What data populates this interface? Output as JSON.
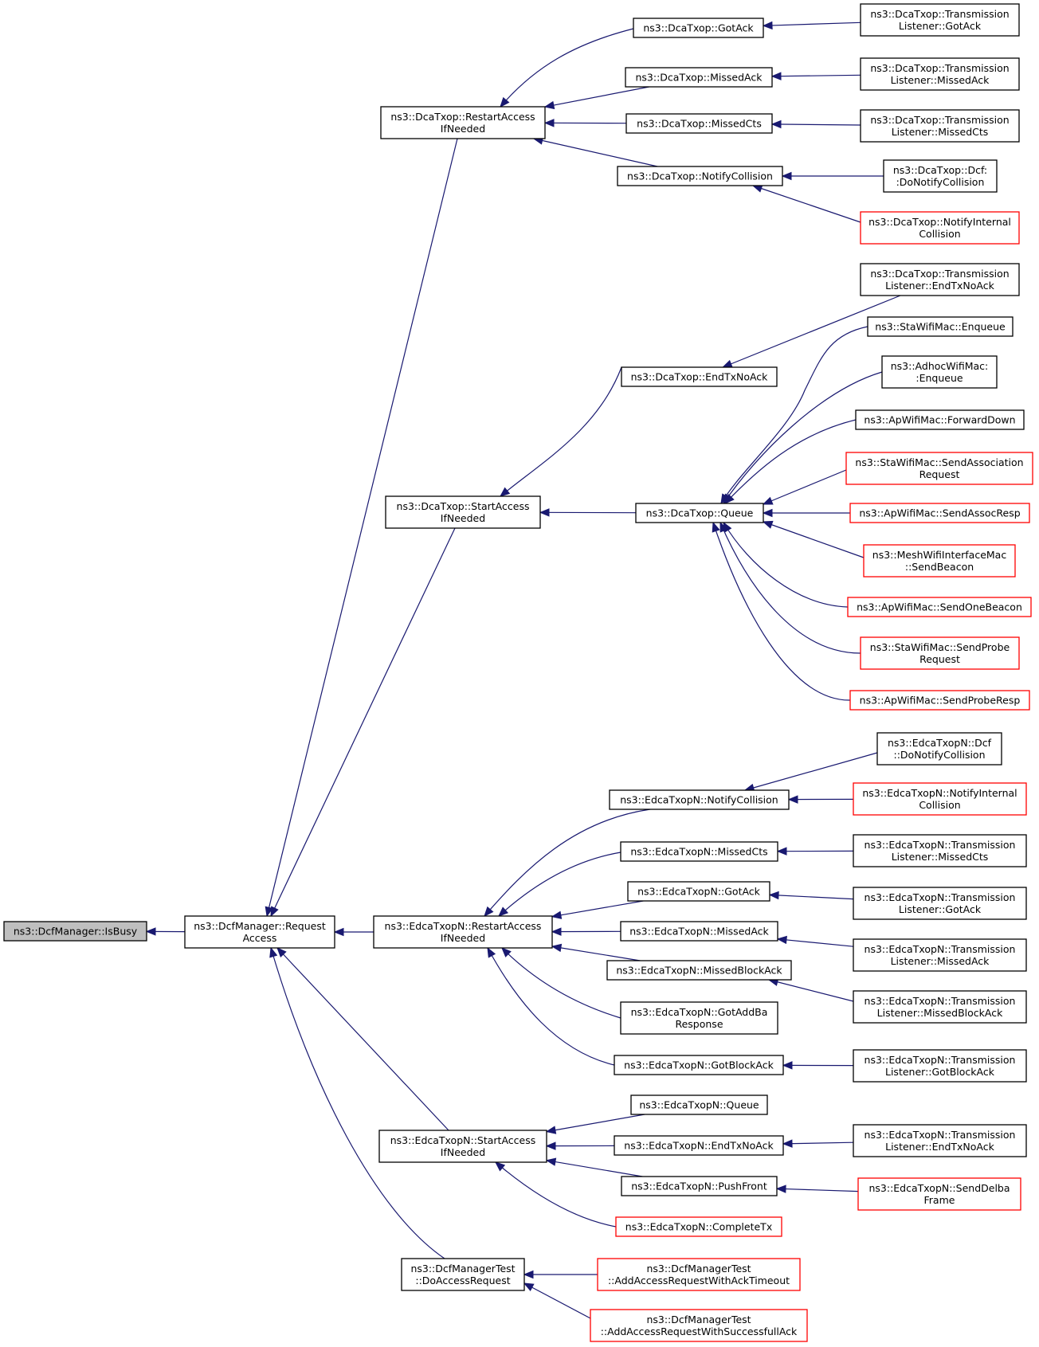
{
  "nodes": [
    {
      "id": "n0",
      "lines": [
        "ns3::DcfManager::IsBusy"
      ],
      "style": "root"
    },
    {
      "id": "n1",
      "lines": [
        "ns3::DcfManager::Request",
        "Access"
      ]
    },
    {
      "id": "n2",
      "lines": [
        "ns3::DcaTxop::RestartAccess",
        "IfNeeded"
      ]
    },
    {
      "id": "n3",
      "lines": [
        "ns3::DcaTxop::StartAccess",
        "IfNeeded"
      ]
    },
    {
      "id": "n4",
      "lines": [
        "ns3::EdcaTxopN::RestartAccess",
        "IfNeeded"
      ]
    },
    {
      "id": "n5",
      "lines": [
        "ns3::EdcaTxopN::StartAccess",
        "IfNeeded"
      ]
    },
    {
      "id": "n6",
      "lines": [
        "ns3::DcfManagerTest",
        "::DoAccessRequest"
      ]
    },
    {
      "id": "n7",
      "lines": [
        "ns3::DcaTxop::GotAck"
      ]
    },
    {
      "id": "n8",
      "lines": [
        "ns3::DcaTxop::MissedAck"
      ]
    },
    {
      "id": "n9",
      "lines": [
        "ns3::DcaTxop::MissedCts"
      ]
    },
    {
      "id": "n10",
      "lines": [
        "ns3::DcaTxop::NotifyCollision"
      ]
    },
    {
      "id": "n11",
      "lines": [
        "ns3::DcaTxop::EndTxNoAck"
      ]
    },
    {
      "id": "n12",
      "lines": [
        "ns3::DcaTxop::Queue"
      ]
    },
    {
      "id": "n13",
      "lines": [
        "ns3::EdcaTxopN::NotifyCollision"
      ]
    },
    {
      "id": "n14",
      "lines": [
        "ns3::EdcaTxopN::MissedCts"
      ]
    },
    {
      "id": "n15",
      "lines": [
        "ns3::EdcaTxopN::GotAck"
      ]
    },
    {
      "id": "n16",
      "lines": [
        "ns3::EdcaTxopN::MissedAck"
      ]
    },
    {
      "id": "n17",
      "lines": [
        "ns3::EdcaTxopN::MissedBlockAck"
      ]
    },
    {
      "id": "n18",
      "lines": [
        "ns3::EdcaTxopN::GotAddBa",
        "Response"
      ]
    },
    {
      "id": "n19",
      "lines": [
        "ns3::EdcaTxopN::GotBlockAck"
      ]
    },
    {
      "id": "n20",
      "lines": [
        "ns3::EdcaTxopN::Queue"
      ]
    },
    {
      "id": "n21",
      "lines": [
        "ns3::EdcaTxopN::EndTxNoAck"
      ]
    },
    {
      "id": "n22",
      "lines": [
        "ns3::EdcaTxopN::PushFront"
      ]
    },
    {
      "id": "n23",
      "lines": [
        "ns3::EdcaTxopN::CompleteTx"
      ],
      "style": "red"
    },
    {
      "id": "n24",
      "lines": [
        "ns3::DcfManagerTest",
        "::AddAccessRequestWithAckTimeout"
      ],
      "style": "red"
    },
    {
      "id": "n25",
      "lines": [
        "ns3::DcfManagerTest",
        "::AddAccessRequestWithSuccessfullAck"
      ],
      "style": "red"
    },
    {
      "id": "n26",
      "lines": [
        "ns3::DcaTxop::Transmission",
        "Listener::GotAck"
      ]
    },
    {
      "id": "n27",
      "lines": [
        "ns3::DcaTxop::Transmission",
        "Listener::MissedAck"
      ]
    },
    {
      "id": "n28",
      "lines": [
        "ns3::DcaTxop::Transmission",
        "Listener::MissedCts"
      ]
    },
    {
      "id": "n29",
      "lines": [
        "ns3::DcaTxop::Dcf:",
        ":DoNotifyCollision"
      ]
    },
    {
      "id": "n30",
      "lines": [
        "ns3::DcaTxop::NotifyInternal",
        "Collision"
      ],
      "style": "red"
    },
    {
      "id": "n31",
      "lines": [
        "ns3::DcaTxop::Transmission",
        "Listener::EndTxNoAck"
      ]
    },
    {
      "id": "n32",
      "lines": [
        "ns3::StaWifiMac::Enqueue"
      ]
    },
    {
      "id": "n33",
      "lines": [
        "ns3::AdhocWifiMac:",
        ":Enqueue"
      ]
    },
    {
      "id": "n34",
      "lines": [
        "ns3::ApWifiMac::ForwardDown"
      ]
    },
    {
      "id": "n35",
      "lines": [
        "ns3::StaWifiMac::SendAssociation",
        "Request"
      ],
      "style": "red"
    },
    {
      "id": "n36",
      "lines": [
        "ns3::ApWifiMac::SendAssocResp"
      ],
      "style": "red"
    },
    {
      "id": "n37",
      "lines": [
        "ns3::MeshWifiInterfaceMac",
        "::SendBeacon"
      ],
      "style": "red"
    },
    {
      "id": "n38",
      "lines": [
        "ns3::ApWifiMac::SendOneBeacon"
      ],
      "style": "red"
    },
    {
      "id": "n39",
      "lines": [
        "ns3::StaWifiMac::SendProbe",
        "Request"
      ],
      "style": "red"
    },
    {
      "id": "n40",
      "lines": [
        "ns3::ApWifiMac::SendProbeResp"
      ],
      "style": "red"
    },
    {
      "id": "n41",
      "lines": [
        "ns3::EdcaTxopN::Dcf",
        "::DoNotifyCollision"
      ]
    },
    {
      "id": "n42",
      "lines": [
        "ns3::EdcaTxopN::NotifyInternal",
        "Collision"
      ],
      "style": "red"
    },
    {
      "id": "n43",
      "lines": [
        "ns3::EdcaTxopN::Transmission",
        "Listener::MissedCts"
      ]
    },
    {
      "id": "n44",
      "lines": [
        "ns3::EdcaTxopN::Transmission",
        "Listener::GotAck"
      ]
    },
    {
      "id": "n45",
      "lines": [
        "ns3::EdcaTxopN::Transmission",
        "Listener::MissedAck"
      ]
    },
    {
      "id": "n46",
      "lines": [
        "ns3::EdcaTxopN::Transmission",
        "Listener::MissedBlockAck"
      ]
    },
    {
      "id": "n47",
      "lines": [
        "ns3::EdcaTxopN::Transmission",
        "Listener::GotBlockAck"
      ]
    },
    {
      "id": "n48",
      "lines": [
        "ns3::EdcaTxopN::Transmission",
        "Listener::EndTxNoAck"
      ]
    },
    {
      "id": "n49",
      "lines": [
        "ns3::EdcaTxopN::SendDelba",
        "Frame"
      ],
      "style": "red"
    }
  ],
  "edges": [
    {
      "from": "n1",
      "to": "n0"
    },
    {
      "from": "n2",
      "to": "n1"
    },
    {
      "from": "n3",
      "to": "n1"
    },
    {
      "from": "n4",
      "to": "n1"
    },
    {
      "from": "n5",
      "to": "n1"
    },
    {
      "from": "n6",
      "to": "n1"
    },
    {
      "from": "n7",
      "to": "n2"
    },
    {
      "from": "n8",
      "to": "n2"
    },
    {
      "from": "n9",
      "to": "n2"
    },
    {
      "from": "n10",
      "to": "n2"
    },
    {
      "from": "n11",
      "to": "n3"
    },
    {
      "from": "n12",
      "to": "n3"
    },
    {
      "from": "n13",
      "to": "n4"
    },
    {
      "from": "n14",
      "to": "n4"
    },
    {
      "from": "n15",
      "to": "n4"
    },
    {
      "from": "n16",
      "to": "n4"
    },
    {
      "from": "n17",
      "to": "n4"
    },
    {
      "from": "n18",
      "to": "n4"
    },
    {
      "from": "n19",
      "to": "n4"
    },
    {
      "from": "n20",
      "to": "n5"
    },
    {
      "from": "n21",
      "to": "n5"
    },
    {
      "from": "n22",
      "to": "n5"
    },
    {
      "from": "n23",
      "to": "n5"
    },
    {
      "from": "n24",
      "to": "n6"
    },
    {
      "from": "n25",
      "to": "n6"
    },
    {
      "from": "n26",
      "to": "n7"
    },
    {
      "from": "n27",
      "to": "n8"
    },
    {
      "from": "n28",
      "to": "n9"
    },
    {
      "from": "n29",
      "to": "n10"
    },
    {
      "from": "n30",
      "to": "n10"
    },
    {
      "from": "n31",
      "to": "n11"
    },
    {
      "from": "n32",
      "to": "n12"
    },
    {
      "from": "n33",
      "to": "n12"
    },
    {
      "from": "n34",
      "to": "n12"
    },
    {
      "from": "n35",
      "to": "n12"
    },
    {
      "from": "n36",
      "to": "n12"
    },
    {
      "from": "n37",
      "to": "n12"
    },
    {
      "from": "n38",
      "to": "n12"
    },
    {
      "from": "n39",
      "to": "n12"
    },
    {
      "from": "n40",
      "to": "n12"
    },
    {
      "from": "n41",
      "to": "n13"
    },
    {
      "from": "n42",
      "to": "n13"
    },
    {
      "from": "n43",
      "to": "n14"
    },
    {
      "from": "n44",
      "to": "n15"
    },
    {
      "from": "n45",
      "to": "n16"
    },
    {
      "from": "n46",
      "to": "n17"
    },
    {
      "from": "n47",
      "to": "n19"
    },
    {
      "from": "n48",
      "to": "n21"
    },
    {
      "from": "n49",
      "to": "n22"
    }
  ]
}
